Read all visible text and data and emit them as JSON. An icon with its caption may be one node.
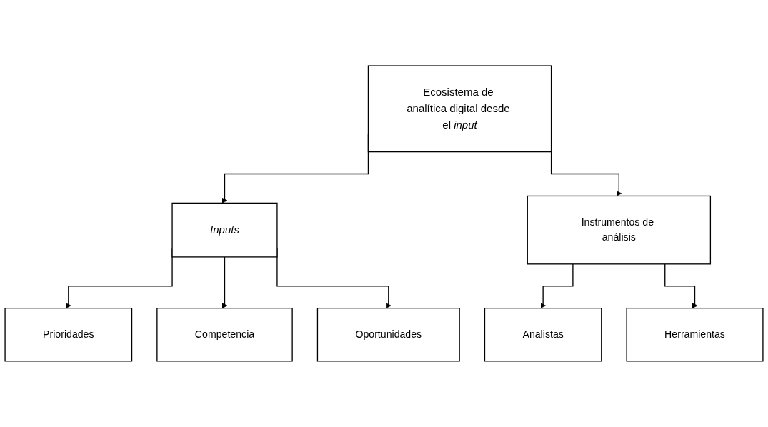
{
  "diagram": {
    "nodes": [
      {
        "text": [
          "Ecosistema de analítica digital desde el *input*"
        ]
      },
      {
        "text": [
          "Inputs"
        ]
      },
      {
        "text": [
          "Instrumentos de análisis"
        ]
      },
      {
        "text": [
          "Prioridades"
        ]
      },
      {
        "text": [
          "Competencia"
        ]
      },
      {
        "text": [
          "Oportunidades"
        ]
      },
      {
        "text": [
          "Analistas"
        ]
      },
      {
        "text": [
          "Herramientas"
        ]
      }
    ],
    "edges": [
      {
        "from": 0,
        "to": 1,
        "arrow": "to"
      },
      {
        "from": 0,
        "to": 2,
        "arrow": "to"
      },
      {
        "from": 1,
        "to": 3,
        "arrow": "to"
      },
      {
        "from": 1,
        "to": 4,
        "arrow": "to"
      },
      {
        "from": 1,
        "to": 5,
        "arrow": "to"
      },
      {
        "from": 2,
        "to": 6,
        "arrow": "to"
      },
      {
        "from": 2,
        "to": 7,
        "arrow": "to"
      }
    ]
  }
}
